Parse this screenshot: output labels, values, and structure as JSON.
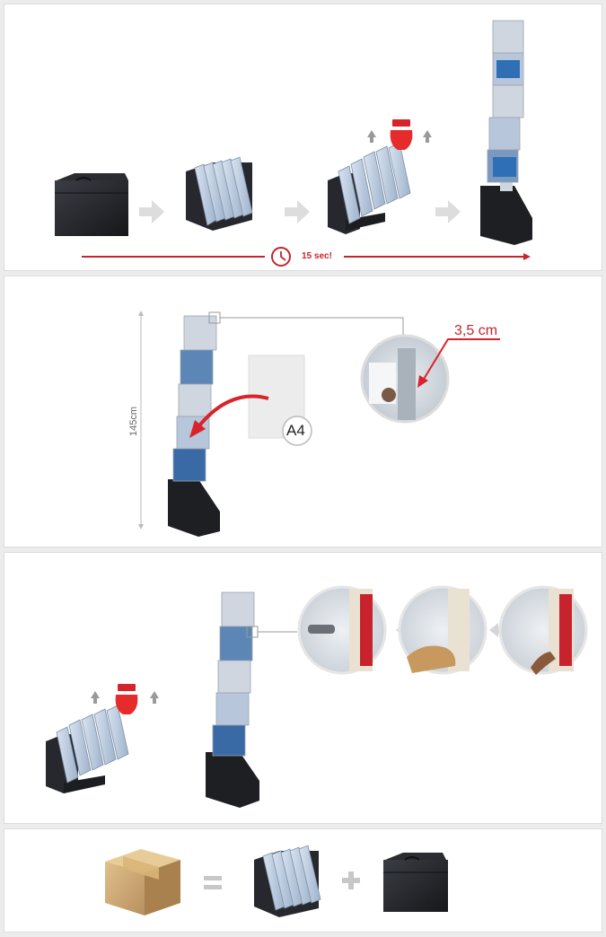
{
  "step1": {
    "timer_text": "15 sec!",
    "icons": [
      "bag-icon",
      "folded-stand-icon",
      "hand-lift-icon",
      "clock-icon",
      "arrow-right-icon"
    ]
  },
  "step2": {
    "height_label": "145cm",
    "pocket_depth_label": "3,5 cm",
    "paper_size_label": "A4"
  },
  "step3": {
    "icons": [
      "hand-lift-icon",
      "zoom-circle-icon",
      "arrow-left-icon"
    ]
  },
  "step4": {
    "icons": [
      "cardboard-box-icon",
      "equals-icon",
      "plus-icon",
      "bag-icon"
    ]
  },
  "colors": {
    "accent_red": "#c8232c",
    "dark_product": "#26282d",
    "arrow_gray": "#dddddd"
  }
}
